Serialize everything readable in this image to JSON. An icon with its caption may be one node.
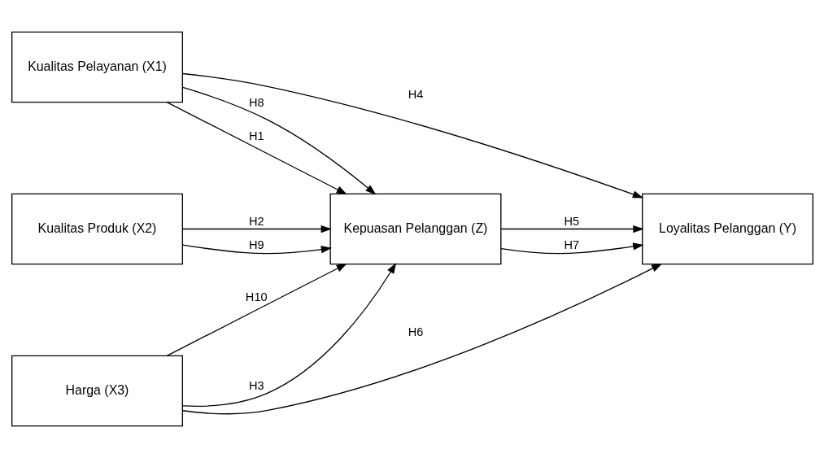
{
  "diagram": {
    "nodes": [
      {
        "text": [
          "Kualitas Pelayanan (X1)"
        ]
      },
      {
        "text": [
          "Kualitas Produk (X2)"
        ]
      },
      {
        "text": [
          "Kepuasan Pelanggan (Z)"
        ]
      },
      {
        "text": [
          "Loyalitas Pelanggan (Y)"
        ]
      },
      {
        "text": [
          "Harga (X3)"
        ]
      }
    ],
    "edges": [
      {
        "from": 0,
        "to": 2,
        "arrow": "to",
        "label": "H1"
      },
      {
        "from": 0,
        "to": 2,
        "arrow": "to",
        "label": "H8"
      },
      {
        "from": 0,
        "to": 3,
        "arrow": "to",
        "label": "H4"
      },
      {
        "from": 1,
        "to": 2,
        "arrow": "to",
        "label": "H2"
      },
      {
        "from": 1,
        "to": 2,
        "arrow": "to",
        "label": "H9"
      },
      {
        "from": 2,
        "to": 3,
        "arrow": "to",
        "label": "H5"
      },
      {
        "from": 2,
        "to": 3,
        "arrow": "to",
        "label": "H7"
      },
      {
        "from": 4,
        "to": 2,
        "arrow": "to",
        "label": "H3"
      },
      {
        "from": 4,
        "to": 2,
        "arrow": "to",
        "label": "H10"
      },
      {
        "from": 4,
        "to": 3,
        "arrow": "to",
        "label": "H6"
      }
    ]
  }
}
